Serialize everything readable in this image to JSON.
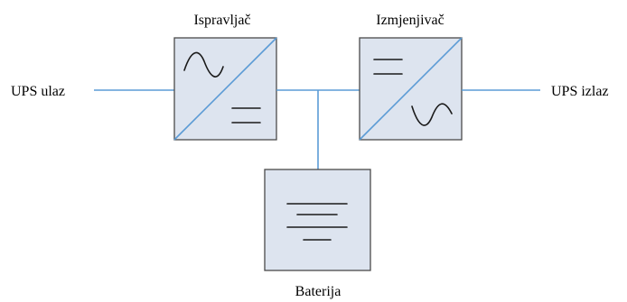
{
  "labels": {
    "input": "UPS ulaz",
    "output": "UPS izlaz",
    "rectifier": "Ispravljač",
    "inverter": "Izmjenjivač",
    "battery": "Baterija"
  },
  "colors": {
    "wire": "#5b9bd5",
    "block_fill": "#dde4ef",
    "block_border": "#4a4a4a",
    "symbol": "#1a1a1a"
  },
  "icons": {
    "rectifier": [
      "ac-sine-icon",
      "dc-lines-icon"
    ],
    "inverter": [
      "dc-lines-icon",
      "ac-sine-icon"
    ],
    "battery": "battery-lines-icon"
  }
}
